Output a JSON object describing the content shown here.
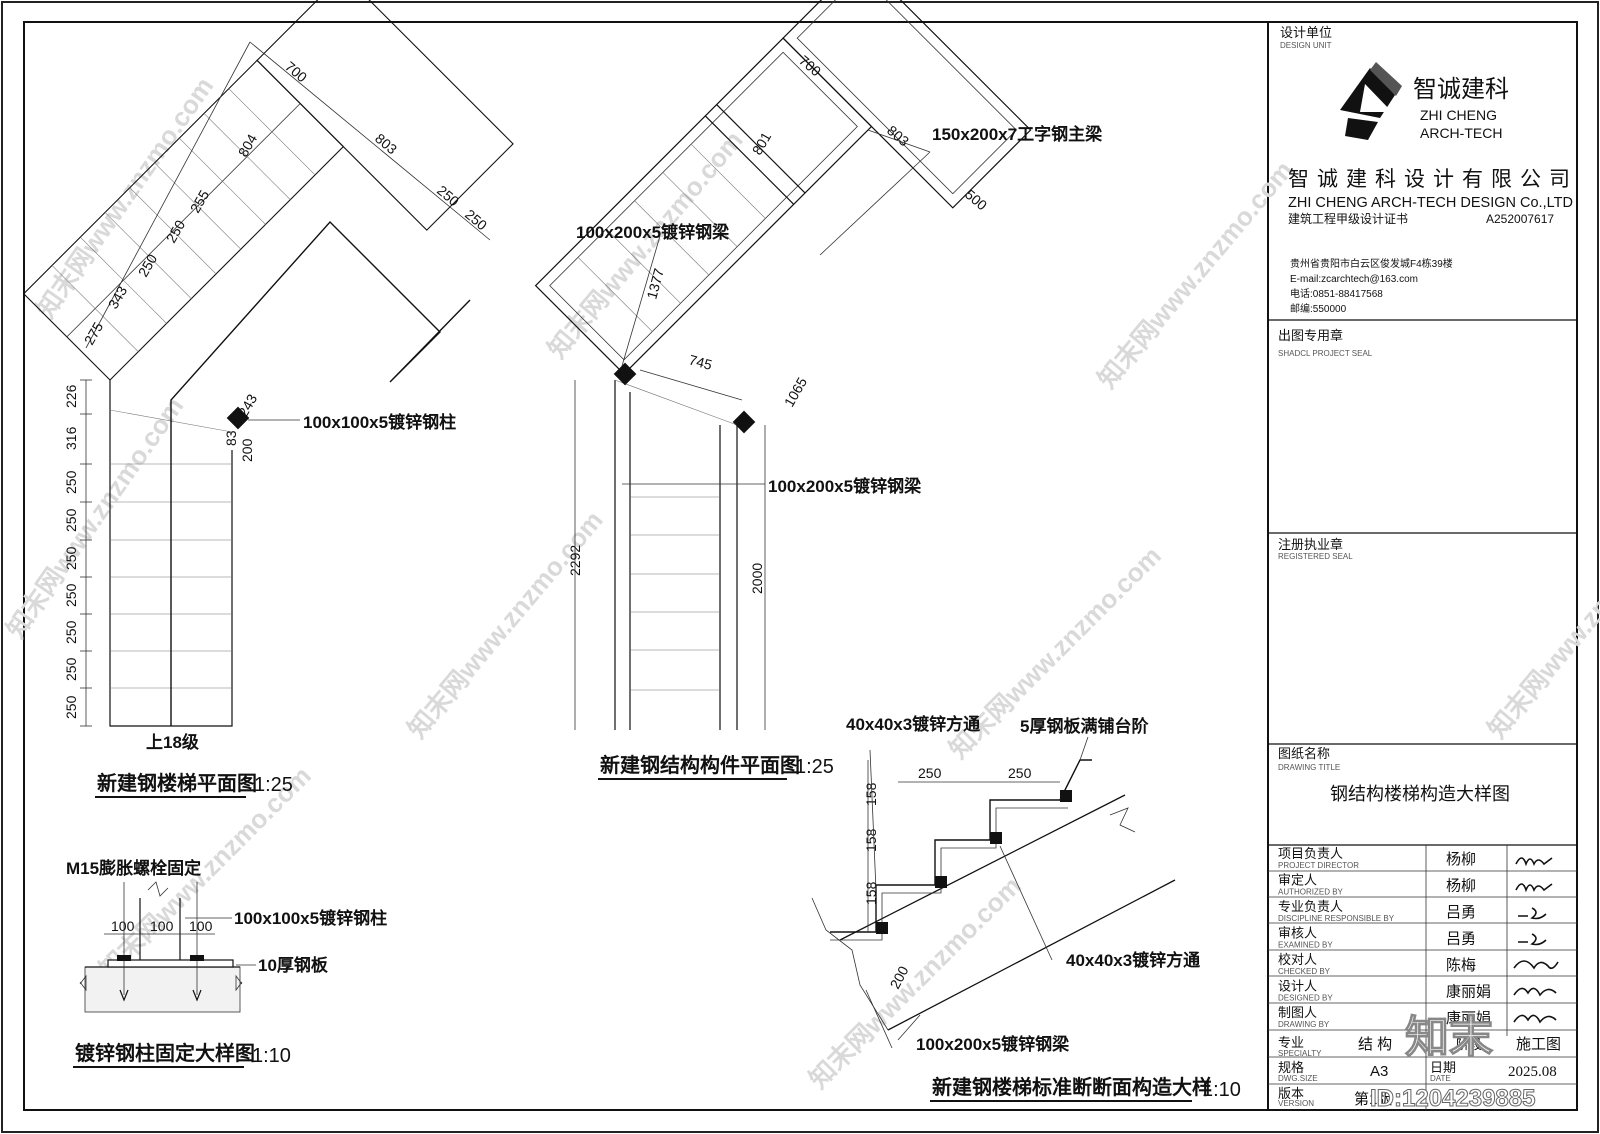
{
  "watermark": "知末网www.znzmo.com",
  "plan": {
    "title": "新建钢楼梯平面图",
    "scale": "1:25",
    "dims_top": [
      "700",
      "804",
      "803",
      "255",
      "250",
      "250",
      "343",
      "275",
      "250",
      "250"
    ],
    "dims_left": [
      "226",
      "316",
      "250",
      "250",
      "250",
      "250",
      "250",
      "250",
      "250"
    ],
    "dims_corner": [
      "243",
      "83",
      "200"
    ],
    "column_label": "100x100x5镀锌钢柱",
    "steps_label": "上18级"
  },
  "member_plan": {
    "title": "新建钢结构构件平面图",
    "scale": "1:25",
    "dims": [
      "700",
      "801",
      "803",
      "500",
      "1377",
      "745",
      "1065",
      "2292",
      "2000"
    ],
    "main_beam_label": "150x200x7工字钢主梁",
    "stringer_label_top": "100x200x5镀锌钢梁",
    "stringer_label_mid": "100x200x5镀锌钢梁"
  },
  "section": {
    "title": "新建钢楼梯标准断断面构造大样",
    "scale": "1:10",
    "top_label": "40x40x3镀锌方通",
    "plate_label": "5厚钢板满铺台阶",
    "tube_label": "40x40x3镀锌方通",
    "beam_label": "100x200x5镀锌钢梁",
    "dims": [
      "250",
      "250",
      "158",
      "158",
      "158",
      "200"
    ]
  },
  "column_detail": {
    "title": "镀锌钢柱固定大样图",
    "scale": "1:10",
    "bolt_label": "M15膨胀螺栓固定",
    "column_label": "100x100x5镀锌钢柱",
    "plate_label": "10厚钢板",
    "dims": [
      "100",
      "100",
      "100"
    ]
  },
  "title_block": {
    "design_unit_cn": "设计单位",
    "design_unit_en": "DESIGN UNIT",
    "brand_cn": "智诚建科",
    "brand_en1": "ZHI CHENG",
    "brand_en2": "ARCH-TECH",
    "company_cn": "智诚建科设计有限公司",
    "company_en": "ZHI CHENG ARCH-TECH DESIGN Co.,LTD",
    "cert_label": "建筑工程甲级设计证书",
    "cert_no": "A252007617",
    "address": "贵州省贵阳市白云区俊发城F4栋39楼",
    "email": "E-mail:zcarchtech@163.com",
    "phone": "电话:0851-88417568",
    "postcode": "邮编:550000",
    "seal_cn": "出图专用章",
    "seal_en": "SHADCL PROJECT SEAL",
    "reg_seal_cn": "注册执业章",
    "reg_seal_en": "REGISTERED SEAL",
    "drawing_title_cn": "图纸名称",
    "drawing_title_en": "DRAWING TITLE",
    "drawing_title": "钢结构楼梯构造大样图",
    "rows": [
      {
        "cn": "项目负责人",
        "en": "PROJECT DIRECTOR",
        "name": "杨柳"
      },
      {
        "cn": "审定人",
        "en": "AUTHORIZED BY",
        "name": "杨柳"
      },
      {
        "cn": "专业负责人",
        "en": "DISCIPLINE RESPONSIBLE BY",
        "name": "吕勇"
      },
      {
        "cn": "审核人",
        "en": "EXAMINED BY",
        "name": "吕勇"
      },
      {
        "cn": "校对人",
        "en": "CHECKED BY",
        "name": "陈梅"
      },
      {
        "cn": "设计人",
        "en": "DESIGNED BY",
        "name": "康丽娟"
      },
      {
        "cn": "制图人",
        "en": "DRAWING BY",
        "name": "康丽娟"
      }
    ],
    "specialty_cn": "专业",
    "specialty_en": "SPECIALTY",
    "specialty_val": "结 构",
    "stage_cn": "阶段",
    "stage_val": "施工图",
    "size_cn": "规格",
    "size_en": "DWG.SIZE",
    "size_val": "A3",
    "date_cn": "日期",
    "date_en": "DATE",
    "date_val": "2025.08",
    "version_cn": "版本",
    "version_en": "VERSION",
    "version_val": "第1版"
  },
  "corner_logo": "知末",
  "corner_id": "ID:1204239885"
}
